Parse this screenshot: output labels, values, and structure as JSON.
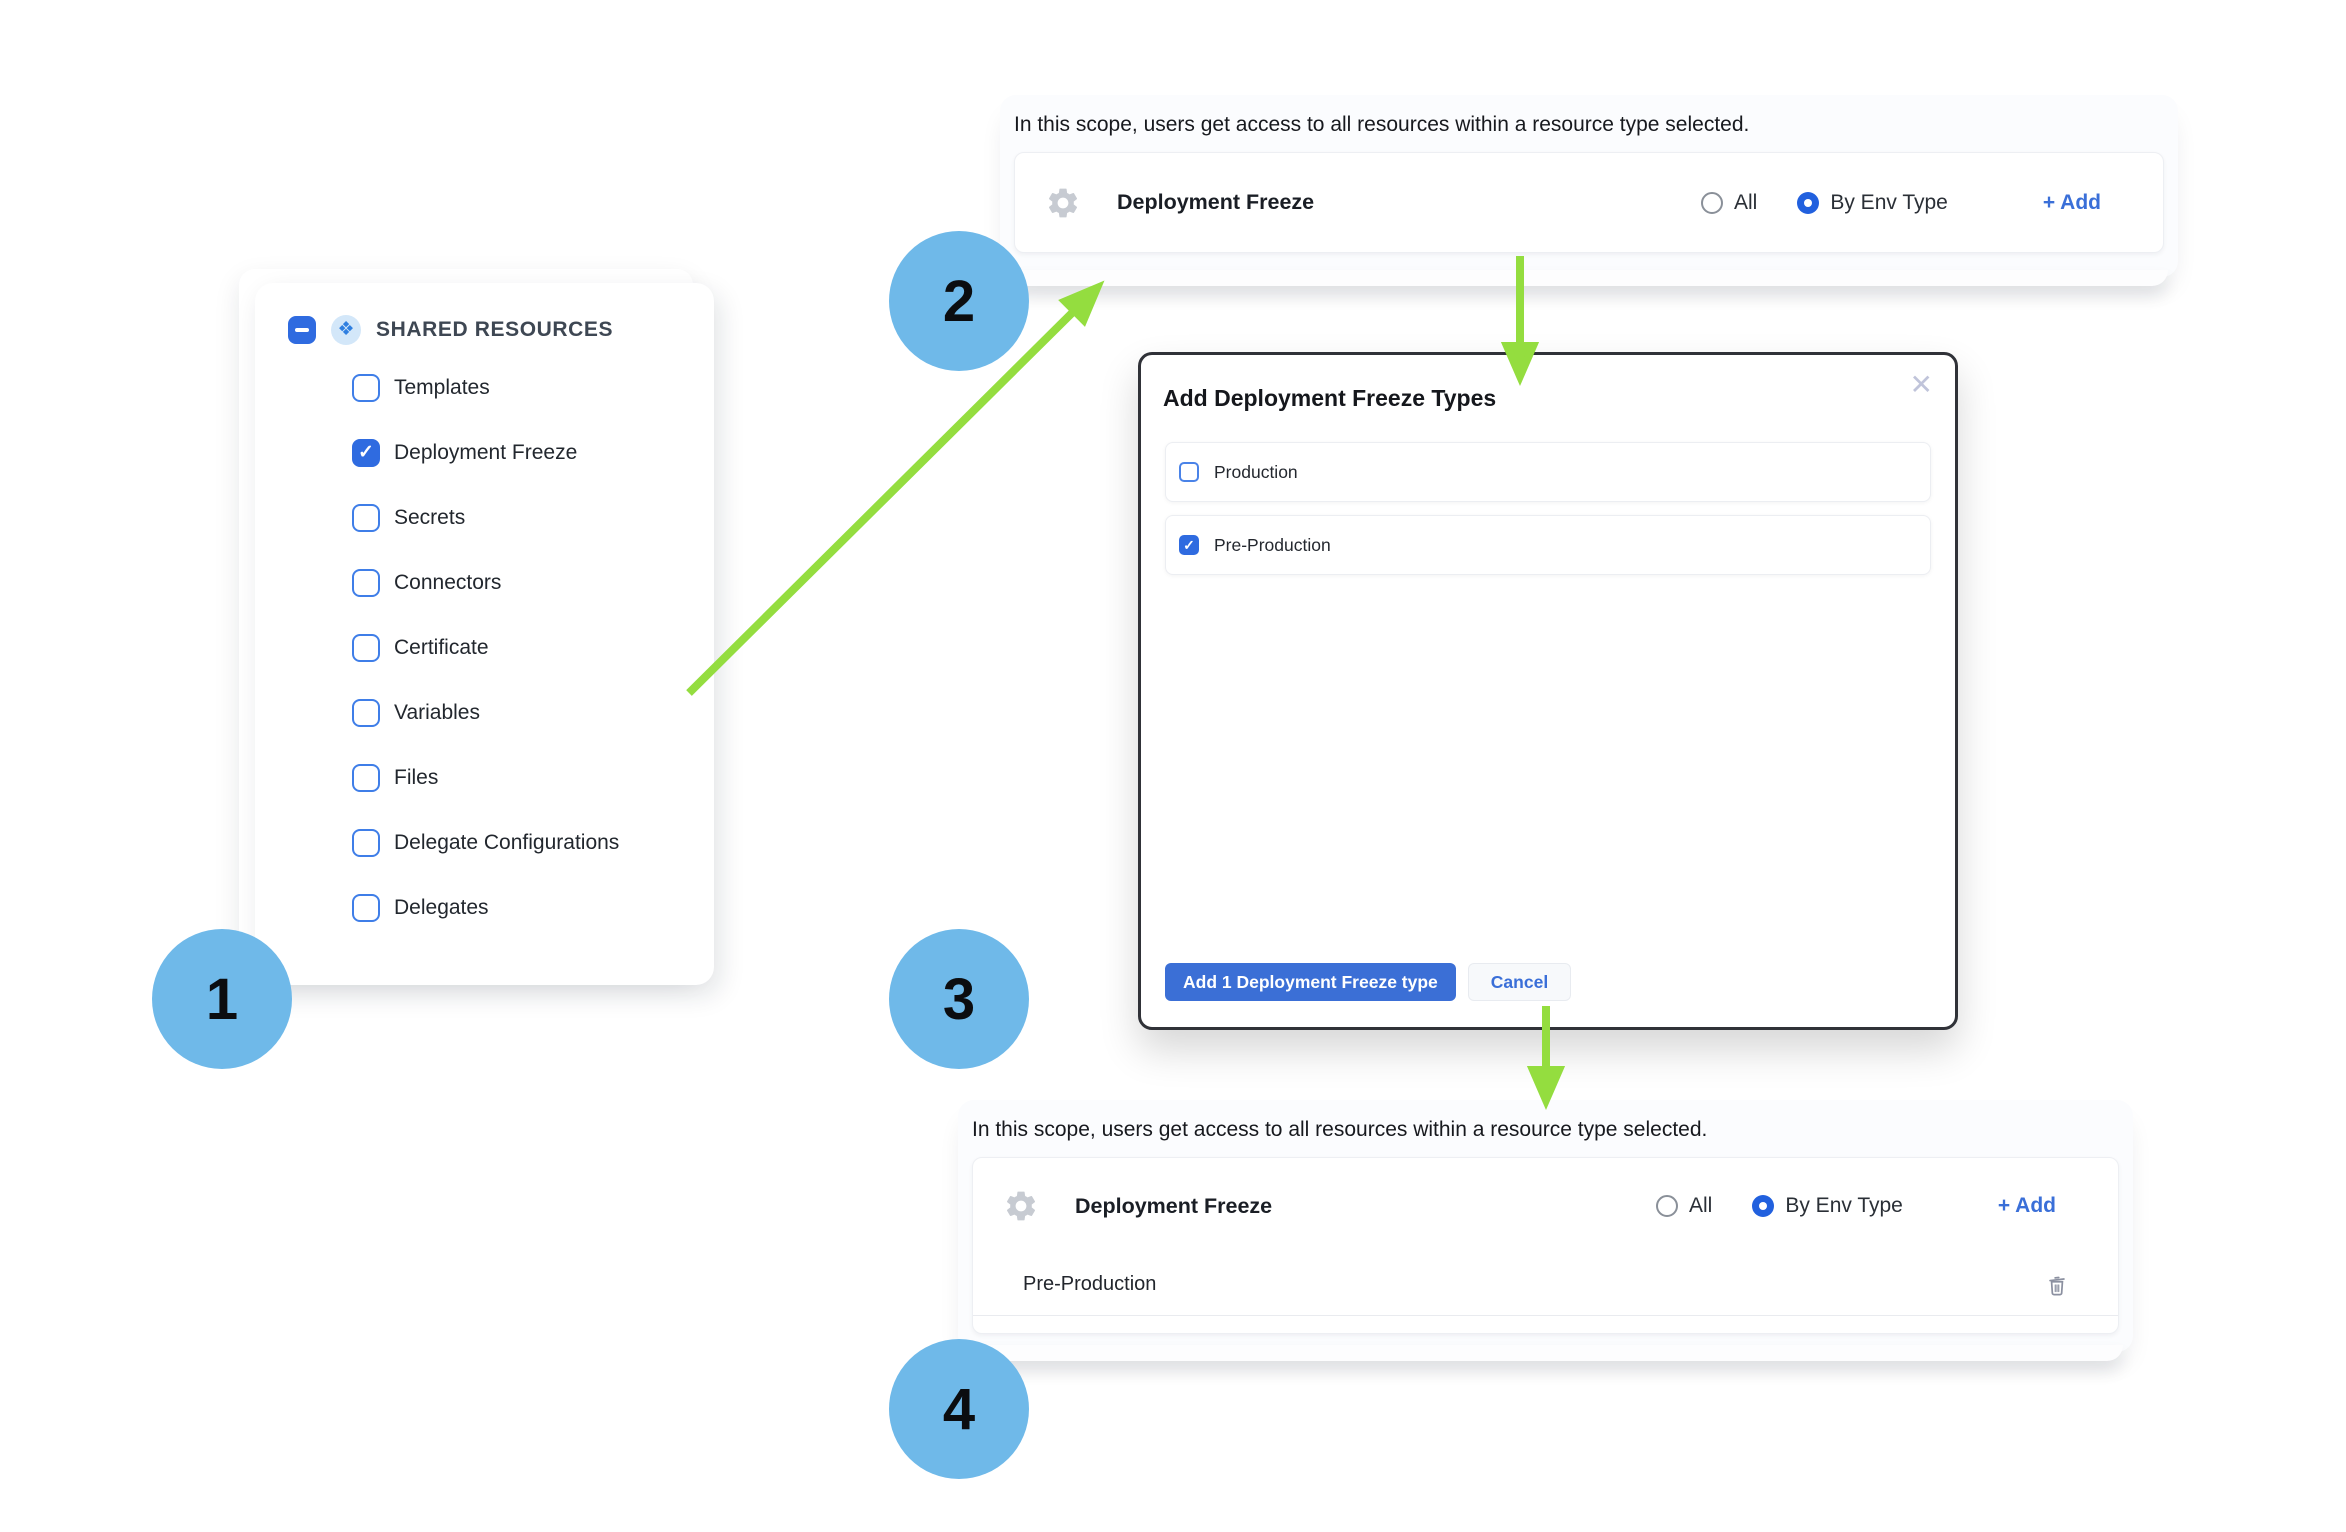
{
  "colors": {
    "accent_blue": "#3A6FD8",
    "checkbox_blue": "#2F6BE0",
    "arrow_green": "#94DD3F",
    "step_circle_blue": "#6FB9E9"
  },
  "steps": [
    {
      "label": "1"
    },
    {
      "label": "2"
    },
    {
      "label": "3"
    },
    {
      "label": "4"
    }
  ],
  "resource_tree": {
    "header": "SHARED RESOURCES",
    "items": [
      {
        "label": "Templates",
        "checked": false
      },
      {
        "label": "Deployment Freeze",
        "checked": true
      },
      {
        "label": "Secrets",
        "checked": false
      },
      {
        "label": "Connectors",
        "checked": false
      },
      {
        "label": "Certificate",
        "checked": false
      },
      {
        "label": "Variables",
        "checked": false
      },
      {
        "label": "Files",
        "checked": false
      },
      {
        "label": "Delegate Configurations",
        "checked": false
      },
      {
        "label": "Delegates",
        "checked": false
      }
    ]
  },
  "scope_before": {
    "description": "In this scope, users get access to all resources within a resource type selected.",
    "resource_row": {
      "title": "Deployment Freeze",
      "options": [
        {
          "label": "All",
          "selected": false
        },
        {
          "label": "By Env Type",
          "selected": true
        }
      ],
      "add_label": "+ Add"
    }
  },
  "modal": {
    "title": "Add Deployment Freeze Types",
    "close_glyph": "✕",
    "options": [
      {
        "label": "Production",
        "checked": false
      },
      {
        "label": "Pre-Production",
        "checked": true
      }
    ],
    "primary_button": "Add 1 Deployment Freeze type",
    "cancel_button": "Cancel"
  },
  "scope_after": {
    "description": "In this scope, users get access to all resources within a resource type selected.",
    "resource_row": {
      "title": "Deployment Freeze",
      "options": [
        {
          "label": "All",
          "selected": false
        },
        {
          "label": "By Env Type",
          "selected": true
        }
      ],
      "add_label": "+ Add"
    },
    "selected_types": [
      {
        "label": "Pre-Production"
      }
    ]
  }
}
